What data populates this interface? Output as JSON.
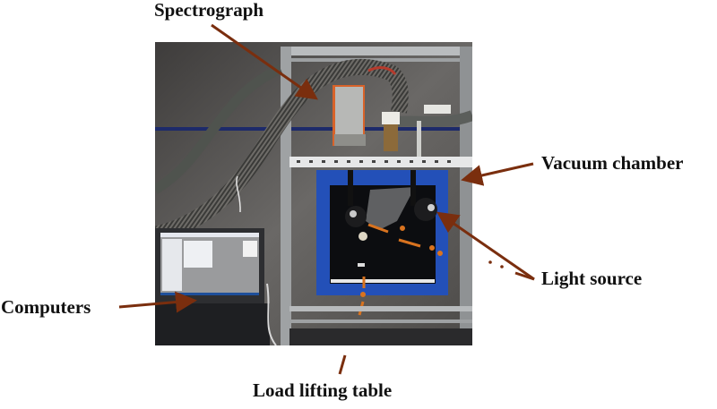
{
  "figure": {
    "description": "Photograph of experimental setup with annotated components",
    "labels": {
      "spectrograph": "Spectrograph",
      "vacuum_chamber": "Vacuum chamber",
      "light_source": "Light source",
      "computers": "Computers",
      "load_lifting_table": "Load lifting table"
    },
    "colors": {
      "callout_arrow": "#7a2e0e",
      "inner_arrow": "#d9731f",
      "chamber_blue": "#2350b8",
      "spectrograph_orange": "#d8632a"
    }
  }
}
